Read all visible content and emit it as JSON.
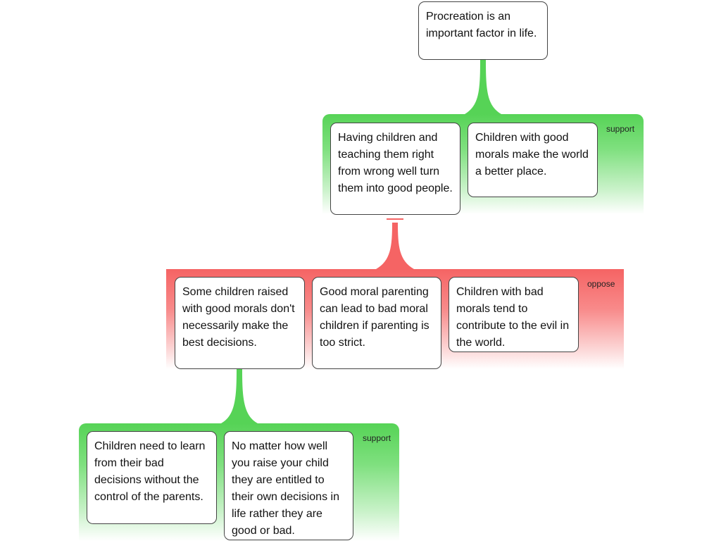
{
  "colors": {
    "support": "#56d356",
    "oppose": "#f56464"
  },
  "claim": {
    "text": "Procreation is an important factor in life."
  },
  "support_group_1": {
    "label": "support",
    "reasons": [
      {
        "text": "Having children and teaching them right from wrong well turn them into good people."
      },
      {
        "text": "Children with good morals make the world a better place."
      }
    ]
  },
  "oppose_group": {
    "label": "oppose",
    "reasons": [
      {
        "text": "Some children raised with good morals don't necessarily make the best decisions."
      },
      {
        "text": "Good moral parenting can lead to bad moral children if parenting is too strict."
      },
      {
        "text": "Children with bad morals tend to contribute to the evil in the world."
      }
    ]
  },
  "support_group_2": {
    "label": "support",
    "reasons": [
      {
        "text": "Children need to learn from their bad decisions without the control of the parents."
      },
      {
        "text": "No matter how well you raise your child they are entitled to their own decisions in life rather they are good or bad."
      }
    ]
  }
}
